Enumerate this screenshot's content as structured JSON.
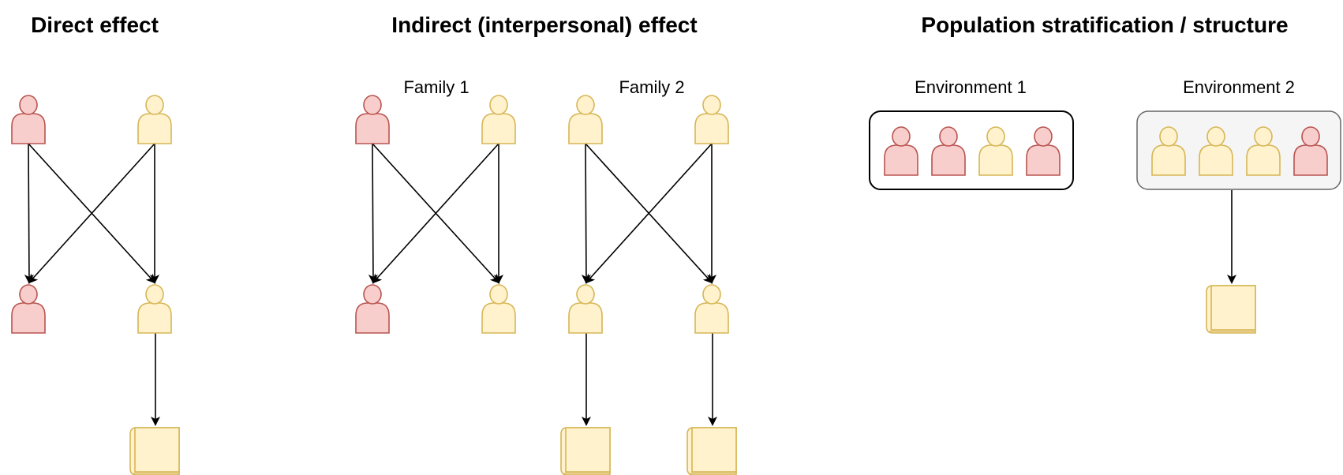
{
  "colors": {
    "red_fill": "#f8cecc",
    "red_stroke": "#b85450",
    "yellow_fill": "#fff2cc",
    "yellow_stroke": "#d6b656",
    "env2_fill": "#f5f5f5",
    "env2_stroke": "#666666",
    "box_stroke": "#000000",
    "arrow": "#000000"
  },
  "panels": {
    "direct": {
      "title": "Direct effect"
    },
    "indirect": {
      "title": "Indirect (interpersonal) effect",
      "family1_label": "Family 1",
      "family2_label": "Family 2"
    },
    "population": {
      "title": "Population stratification / structure",
      "env1_label": "Environment 1",
      "env2_label": "Environment 2"
    }
  },
  "icons": {
    "person": "person-icon",
    "book": "book-icon"
  }
}
